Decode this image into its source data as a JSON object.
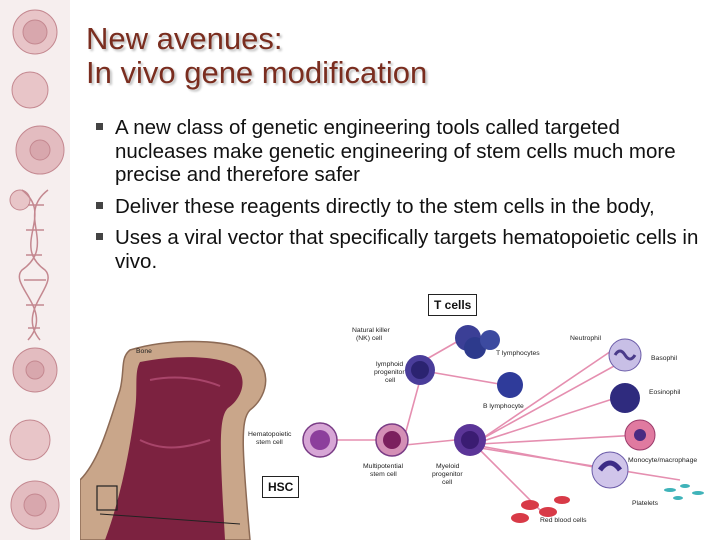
{
  "slide": {
    "title_line1": "New avenues:",
    "title_line2": "In vivo gene modification",
    "bullets": [
      "A new class of genetic engineering tools called targeted nucleases make genetic engineering of stem cells much more precise and therefore safer",
      "Deliver these reagents directly to the stem cells in the body,",
      "Uses a viral vector that specifically targets hematopoietic cells in vivo."
    ],
    "colors": {
      "title": "#7a2d1f",
      "accent_pink": "#d8a7ad",
      "bone": "#c9a68a",
      "marrow": "#7c2240"
    }
  },
  "diagram": {
    "tag_t_cells": "T cells",
    "tag_hsc": "HSC",
    "labels": {
      "bone": "Bone",
      "nk_line1": "Natural killer",
      "nk_line2": "(NK) cell",
      "t_lymph": "T lymphocytes",
      "lymph_line1": "lymphoid",
      "lymph_line2": "progenitor",
      "lymph_line3": "cell",
      "b_lymph": "B lymphocyte",
      "neutrophil": "Neutrophil",
      "basophil": "Basophil",
      "eosinophil": "Eosinophil",
      "hemato_line1": "Hematopoietic",
      "hemato_line2": "stem cell",
      "multi_line1": "Multipotential",
      "multi_line2": "stem cell",
      "myeloid_line1": "Myeloid",
      "myeloid_line2": "progenitor",
      "myeloid_line3": "cell",
      "mono": "Monocyte/macrophage",
      "platelets": "Platelets",
      "rbc": "Red blood cells"
    }
  }
}
